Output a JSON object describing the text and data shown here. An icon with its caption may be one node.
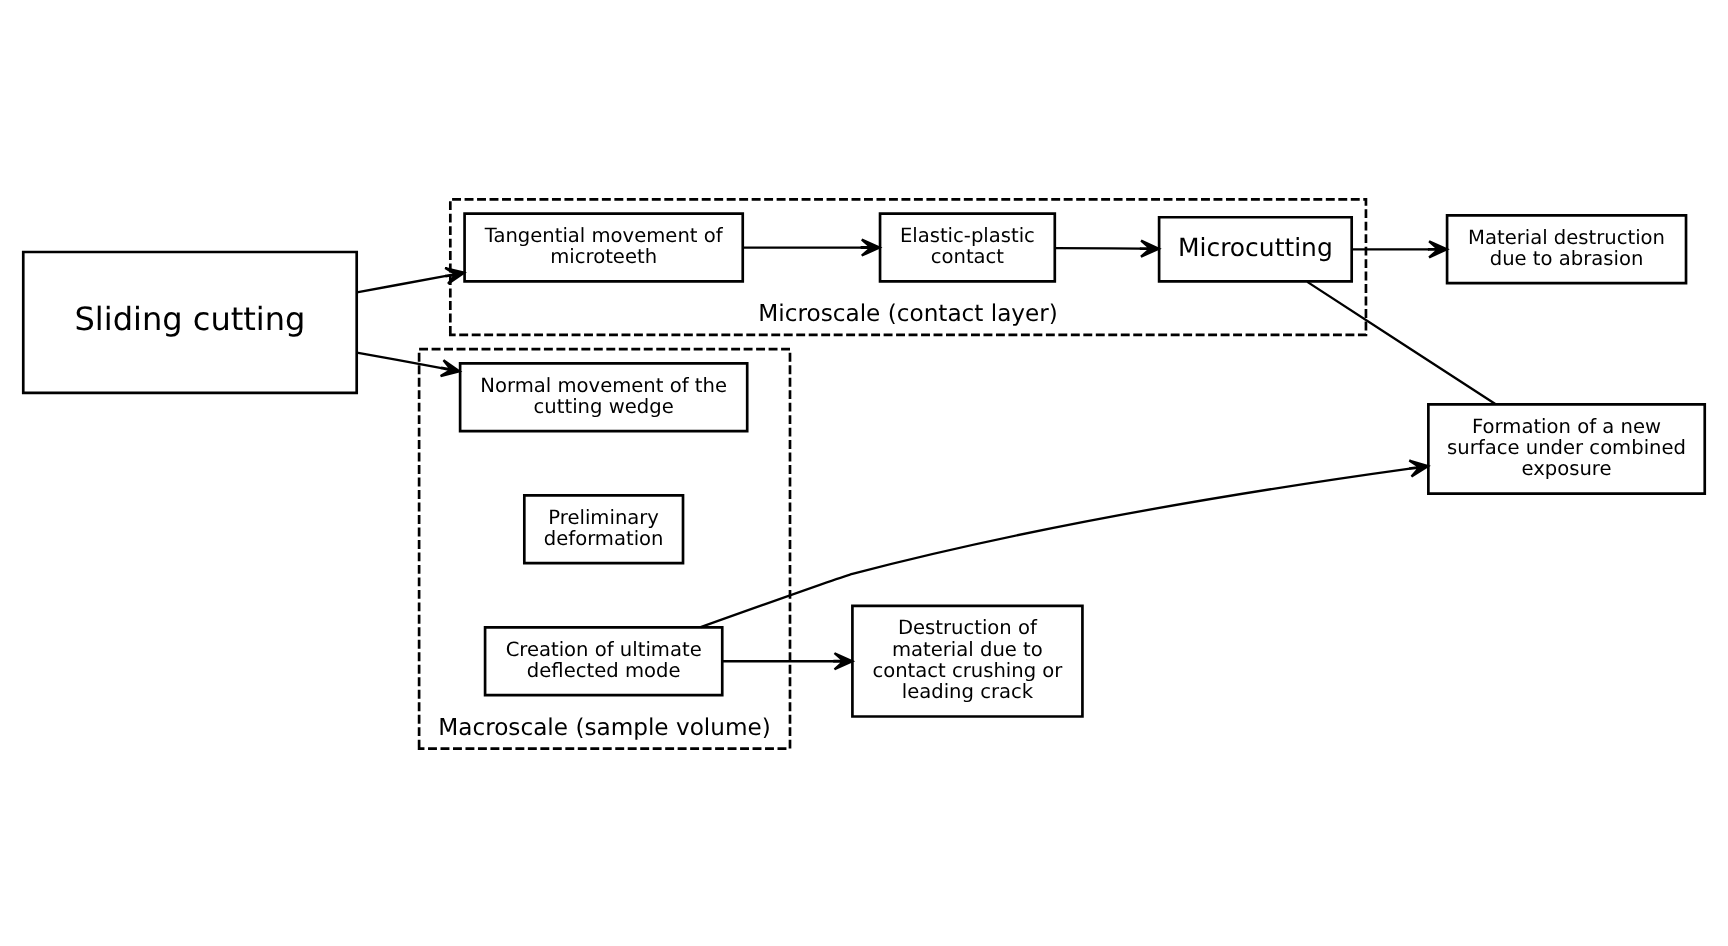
{
  "diagram": {
    "nodes": [
      {
        "text": [
          "Microscale (contact layer)"
        ]
      },
      {
        "text": [
          "Tangential movement of microteeth"
        ],
        "in": 0
      },
      {
        "text": [
          "Elastic-plastic contact"
        ],
        "in": 0
      },
      {
        "text": [
          "Microcutting"
        ],
        "in": 0
      },
      {
        "text": [
          "Material destruction due to abrasion"
        ]
      },
      {
        "text": [
          "Sliding cutting"
        ]
      },
      {
        "text": [
          "Formation of a new surface under combined exposure"
        ]
      },
      {
        "text": [
          "Macroscale (sample volume)"
        ]
      },
      {
        "text": [
          "Normal movement of the cutting wedge"
        ],
        "in": 7
      },
      {
        "text": [
          "Preliminary deformation"
        ],
        "in": 7
      },
      {
        "text": [
          "Creation of ultimate deflected mode"
        ],
        "in": 7
      },
      {
        "text": [
          "Destruction of material due to contact crushing or leading crack"
        ]
      }
    ],
    "edges": [
      {
        "from": 1,
        "to": 2,
        "arrow": "to"
      },
      {
        "from": 2,
        "to": 3,
        "arrow": "to"
      },
      {
        "from": 3,
        "to": 4,
        "arrow": "to"
      },
      {
        "from": 5,
        "to": 1,
        "arrow": "to"
      },
      {
        "from": 5,
        "to": 8,
        "arrow": "to"
      },
      {
        "from": 3,
        "to": 6,
        "arrow": "none"
      },
      {
        "from": 10,
        "to": 6,
        "arrow": "to"
      },
      {
        "from": 10,
        "to": 11,
        "arrow": "to"
      }
    ]
  }
}
